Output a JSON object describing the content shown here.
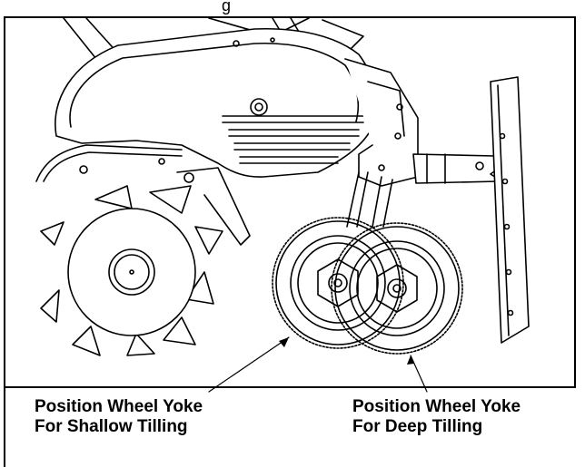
{
  "header_fragment": "g",
  "callouts": {
    "shallow": {
      "line1": "Position Wheel Yoke",
      "line2": "For Shallow Tilling"
    },
    "deep": {
      "line1": "Position Wheel Yoke",
      "line2": "For Deep Tilling"
    }
  }
}
